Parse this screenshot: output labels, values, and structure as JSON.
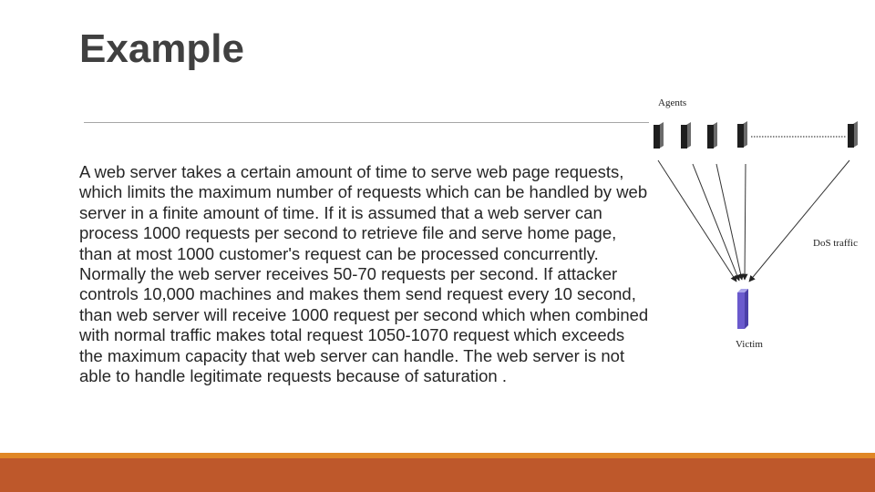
{
  "slide": {
    "title": "Example",
    "body": "A web server takes a certain amount of time to serve web page requests, which limits the maximum number of requests which can be handled by web server in a finite amount of time. If it is assumed that a web server can process 1000 requests per second to retrieve file and serve home page, than at most 1000 customer's request can be processed concurrently. Normally the web server receives 50-70 requests per second. If attacker controls 10,000 machines and makes them send request every 10 second, than web server will receive 1000 request per second which when combined with normal traffic makes total request 1050-1070 request which exceeds the maximum capacity that web server can handle. The web server is not able to handle legitimate requests because of saturation ."
  },
  "diagram": {
    "agents_label": "Agents",
    "traffic_label": "DoS traffic",
    "victim_label": "Victim"
  },
  "colors": {
    "title": "#404040",
    "body_text": "#262626",
    "rule": "#a6a6a6",
    "agent_fill": "#1e1e1e",
    "victim_fill": "#6a5acd",
    "footer_stripe": "#e08726",
    "footer_bar": "#be582b"
  }
}
